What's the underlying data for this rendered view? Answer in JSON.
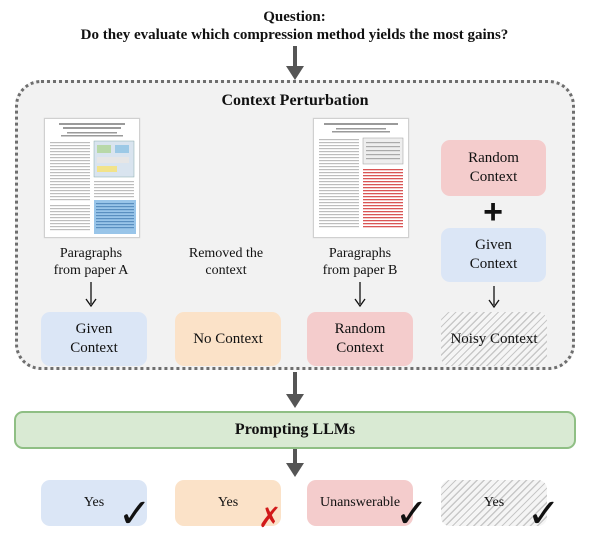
{
  "question": {
    "heading": "Question:",
    "text": "Do they evaluate which compression method yields the most gains?"
  },
  "perturbation": {
    "title": "Context Perturbation",
    "columns": [
      {
        "caption_line1": "Paragraphs",
        "caption_line2": "from paper A",
        "result_line1": "Given",
        "result_line2": "Context",
        "color": "#dbe6f6"
      },
      {
        "caption_line1": "Removed the",
        "caption_line2": "context",
        "result_line1": "No Context",
        "result_line2": "",
        "color": "#fbe2c8"
      },
      {
        "caption_line1": "Paragraphs",
        "caption_line2": "from paper B",
        "result_line1": "Random",
        "result_line2": "Context",
        "color": "#f4cccc"
      },
      {
        "top_line1": "Random",
        "top_line2": "Context",
        "plus": "+",
        "mid_line1": "Given",
        "mid_line2": "Context",
        "result_line1": "Noisy Context",
        "result_line2": ""
      }
    ]
  },
  "prompting": {
    "label": "Prompting LLMs"
  },
  "outputs": [
    {
      "label": "Yes",
      "mark": "check-icon"
    },
    {
      "label": "Yes",
      "mark": "cross-icon"
    },
    {
      "label": "Unanswerable",
      "mark": "check-icon"
    },
    {
      "label": "Yes",
      "mark": "check-icon"
    }
  ],
  "symbols": {
    "check": "✓",
    "cross": "✗"
  }
}
